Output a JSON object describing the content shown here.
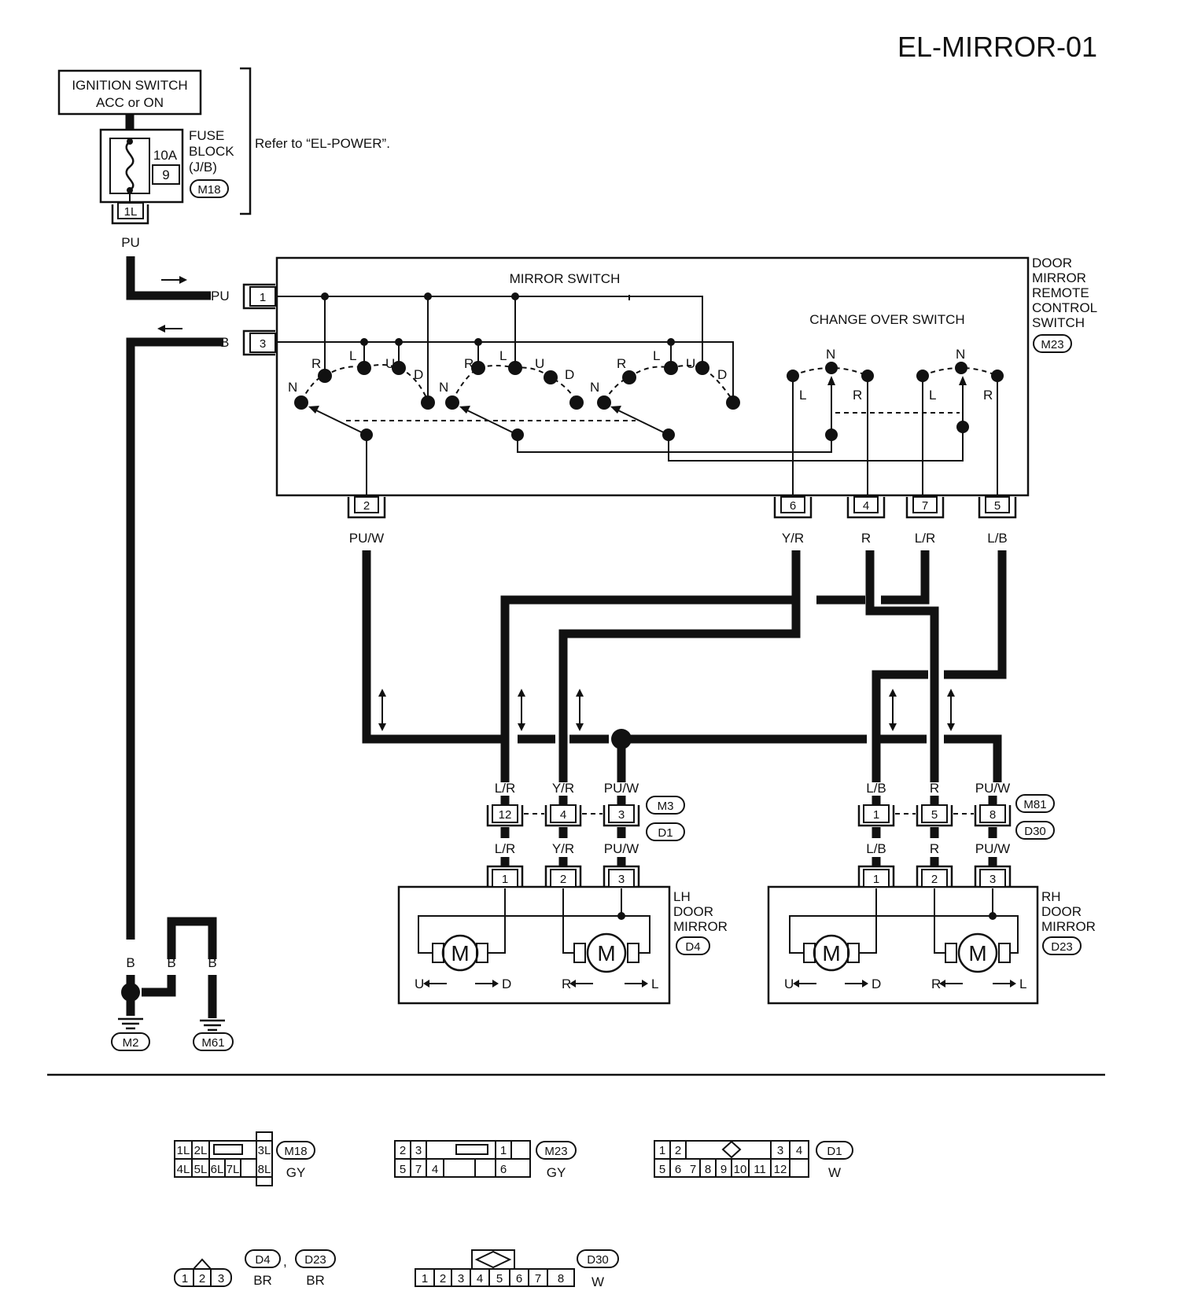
{
  "title": "EL-MIRROR-01",
  "power": {
    "ignition_switch": [
      "IGNITION SWITCH",
      "ACC or ON"
    ],
    "fuse_label": [
      "FUSE",
      "BLOCK",
      "(J/B)"
    ],
    "fuse_rating": "10A",
    "fuse_number": "9",
    "fuse_connector": "M18",
    "fuse_pin": "1L",
    "refer_note": "Refer to “EL-POWER”.",
    "wire_pu": "PU"
  },
  "remote_switch": {
    "label_lines": [
      "DOOR",
      "MIRROR",
      "REMOTE",
      "CONTROL",
      "SWITCH"
    ],
    "connector": "M23",
    "mirror_switch": "MIRROR SWITCH",
    "change_over": "CHANGE OVER SWITCH",
    "pin1": "1",
    "pin1_wire": "PU",
    "pin3": "3",
    "pin3_wire": "B",
    "bottom_pins": [
      {
        "num": "2",
        "wire": "PU/W"
      },
      {
        "num": "6",
        "wire": "Y/R"
      },
      {
        "num": "4",
        "wire": "R"
      },
      {
        "num": "7",
        "wire": "L/R"
      },
      {
        "num": "5",
        "wire": "L/B"
      }
    ],
    "sw_letters": [
      "R",
      "L",
      "U",
      "D",
      "N"
    ],
    "cos_letters": [
      "N",
      "L",
      "R"
    ]
  },
  "lh": {
    "conn_top": "M3",
    "conn_bot": "D1",
    "pins": [
      {
        "num": "12",
        "wire_top": "L/R",
        "wire_bot": "L/R",
        "mpin": "1"
      },
      {
        "num": "4",
        "wire_top": "Y/R",
        "wire_bot": "Y/R",
        "mpin": "2"
      },
      {
        "num": "3",
        "wire_top": "PU/W",
        "wire_bot": "PU/W",
        "mpin": "3"
      }
    ],
    "label_lines": [
      "LH",
      "DOOR",
      "MIRROR"
    ],
    "connector": "D4",
    "motor": "M",
    "dir1": [
      "U",
      "D"
    ],
    "dir2": [
      "R",
      "L"
    ]
  },
  "rh": {
    "conn_top": "M81",
    "conn_bot": "D30",
    "pins": [
      {
        "num": "1",
        "wire_top": "L/B",
        "wire_bot": "L/B",
        "mpin": "1"
      },
      {
        "num": "5",
        "wire_top": "R",
        "wire_bot": "R",
        "mpin": "2"
      },
      {
        "num": "8",
        "wire_top": "PU/W",
        "wire_bot": "PU/W",
        "mpin": "3"
      }
    ],
    "label_lines": [
      "RH",
      "DOOR",
      "MIRROR"
    ],
    "connector": "D23",
    "motor": "M",
    "dir1": [
      "U",
      "D"
    ],
    "dir2": [
      "R",
      "L"
    ]
  },
  "ground": {
    "wire": "B",
    "g1": "M2",
    "g2": "M61"
  },
  "connector_views": {
    "m18": {
      "id": "M18",
      "color": "GY",
      "top": [
        "1L",
        "2L",
        "3L"
      ],
      "bottom": [
        "4L",
        "5L",
        "6L",
        "7L",
        "8L"
      ]
    },
    "m23": {
      "id": "M23",
      "color": "GY",
      "top": [
        "2",
        "3",
        "1"
      ],
      "bottom": [
        "5",
        "7",
        "4",
        "6"
      ]
    },
    "d1": {
      "id": "D1",
      "color": "W",
      "top": [
        "1",
        "2",
        "3",
        "4"
      ],
      "bottom": [
        "5",
        "6",
        "7",
        "8",
        "9",
        "10",
        "11",
        "12"
      ]
    },
    "d4": {
      "id": "D4",
      "id2": "D23",
      "sep": ",",
      "color": "BR",
      "color2": "BR",
      "pins": [
        "1",
        "2",
        "3"
      ]
    },
    "d30": {
      "id": "D30",
      "color": "W",
      "pins": [
        "1",
        "2",
        "3",
        "4",
        "5",
        "6",
        "7",
        "8"
      ]
    }
  }
}
